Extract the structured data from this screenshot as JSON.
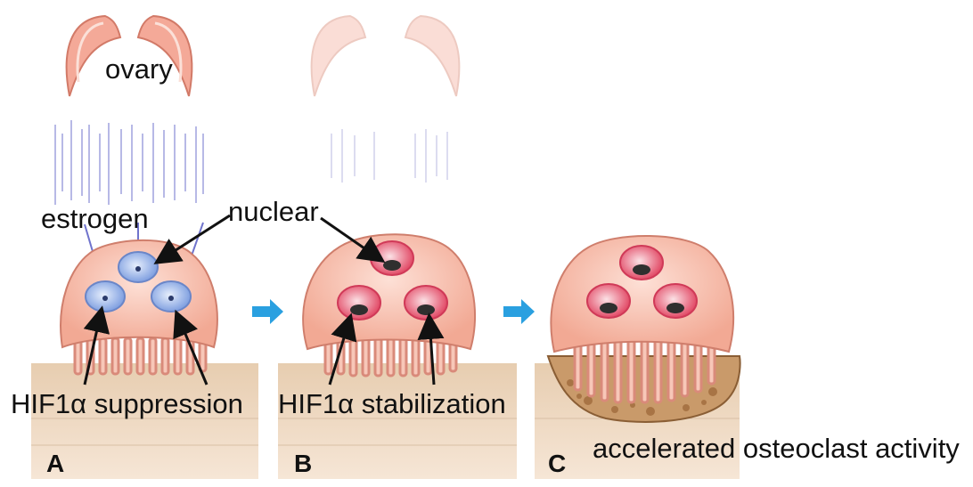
{
  "labels": {
    "ovary": "ovary",
    "estrogen": "estrogen",
    "nuclear": "nuclear",
    "hif_suppression": "HIF1α suppression",
    "hif_stabilization": "HIF1α stabilization",
    "accelerated": "accelerated osteoclast activity"
  },
  "panels": [
    "A",
    "B",
    "C"
  ],
  "colors": {
    "cell_body": "#f7c1b3",
    "cell_outline": "#d98a7a",
    "nucleus_blue": "#9fb8e8",
    "nucleus_red": "#e8506a",
    "bone": "#efd9c0",
    "arrow_blue": "#2aa0e0",
    "estrogen_lines": "#7c7fd0"
  }
}
